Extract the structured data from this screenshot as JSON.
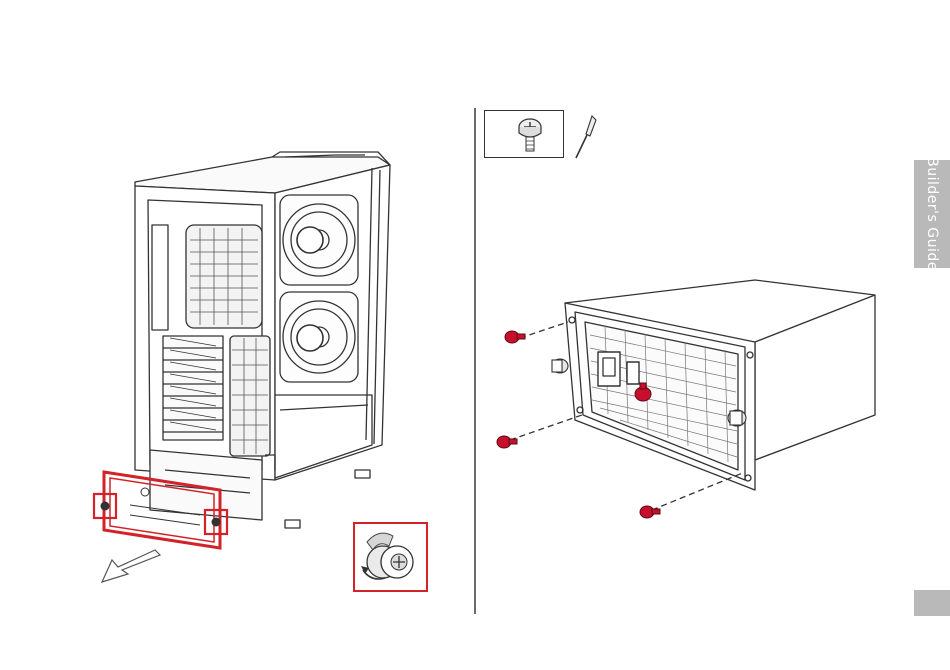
{
  "side_tab": {
    "label": "Builder's Guide"
  },
  "page_number": {
    "label": ""
  },
  "colors": {
    "highlight": "#d2232a",
    "screw": "#c8102e",
    "line": "#333333",
    "tab": "#b9b9b9"
  },
  "icons": [
    "case-illustration",
    "psu-illustration",
    "screw-icon",
    "screwdriver-icon",
    "thumbscrew-unlock-icon",
    "arrow-icon"
  ]
}
